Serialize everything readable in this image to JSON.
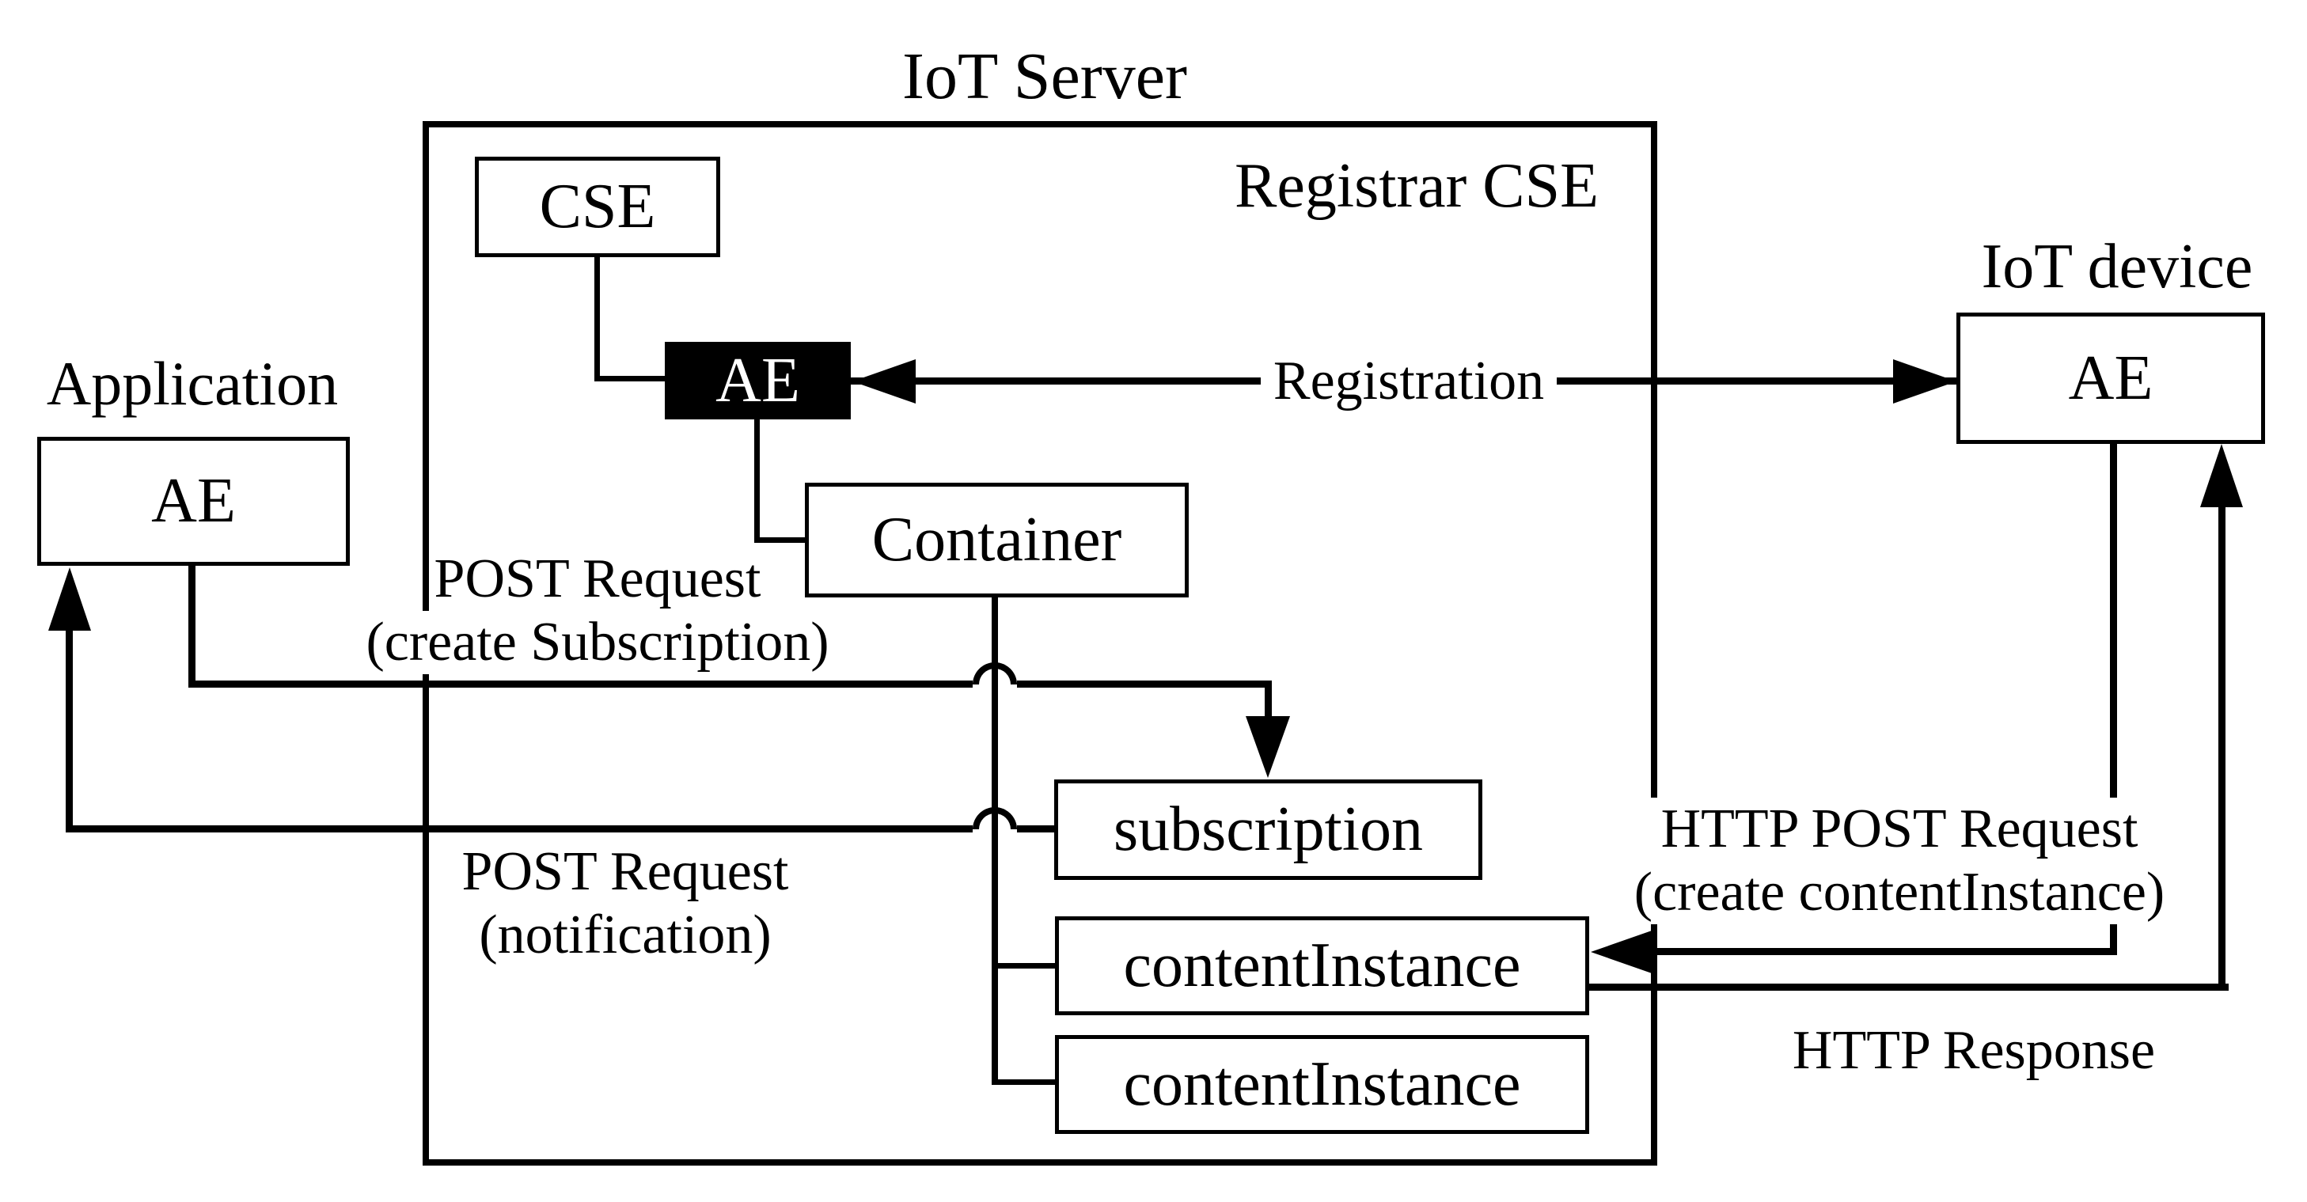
{
  "title": "IoT Server",
  "sections": {
    "registrar": "Registrar CSE",
    "iot_device": "IoT device",
    "application": "Application"
  },
  "nodes": {
    "cse": "CSE",
    "registrar_ae": "AE",
    "container": "Container",
    "subscription": "subscription",
    "content_instance_1": "contentInstance",
    "content_instance_2": "contentInstance",
    "device_ae": "AE",
    "app_ae": "AE"
  },
  "edges": {
    "registration": "Registration",
    "create_subscription": [
      "POST Request",
      "(create Subscription)"
    ],
    "notification": [
      "POST Request",
      "(notification)"
    ],
    "http_post": [
      "HTTP POST Request",
      "(create contentInstance)"
    ],
    "http_response": "HTTP Response"
  },
  "colors": {
    "line": "#000000",
    "background": "#ffffff",
    "highlight_box_bg": "#000000",
    "highlight_box_text": "#ffffff"
  }
}
